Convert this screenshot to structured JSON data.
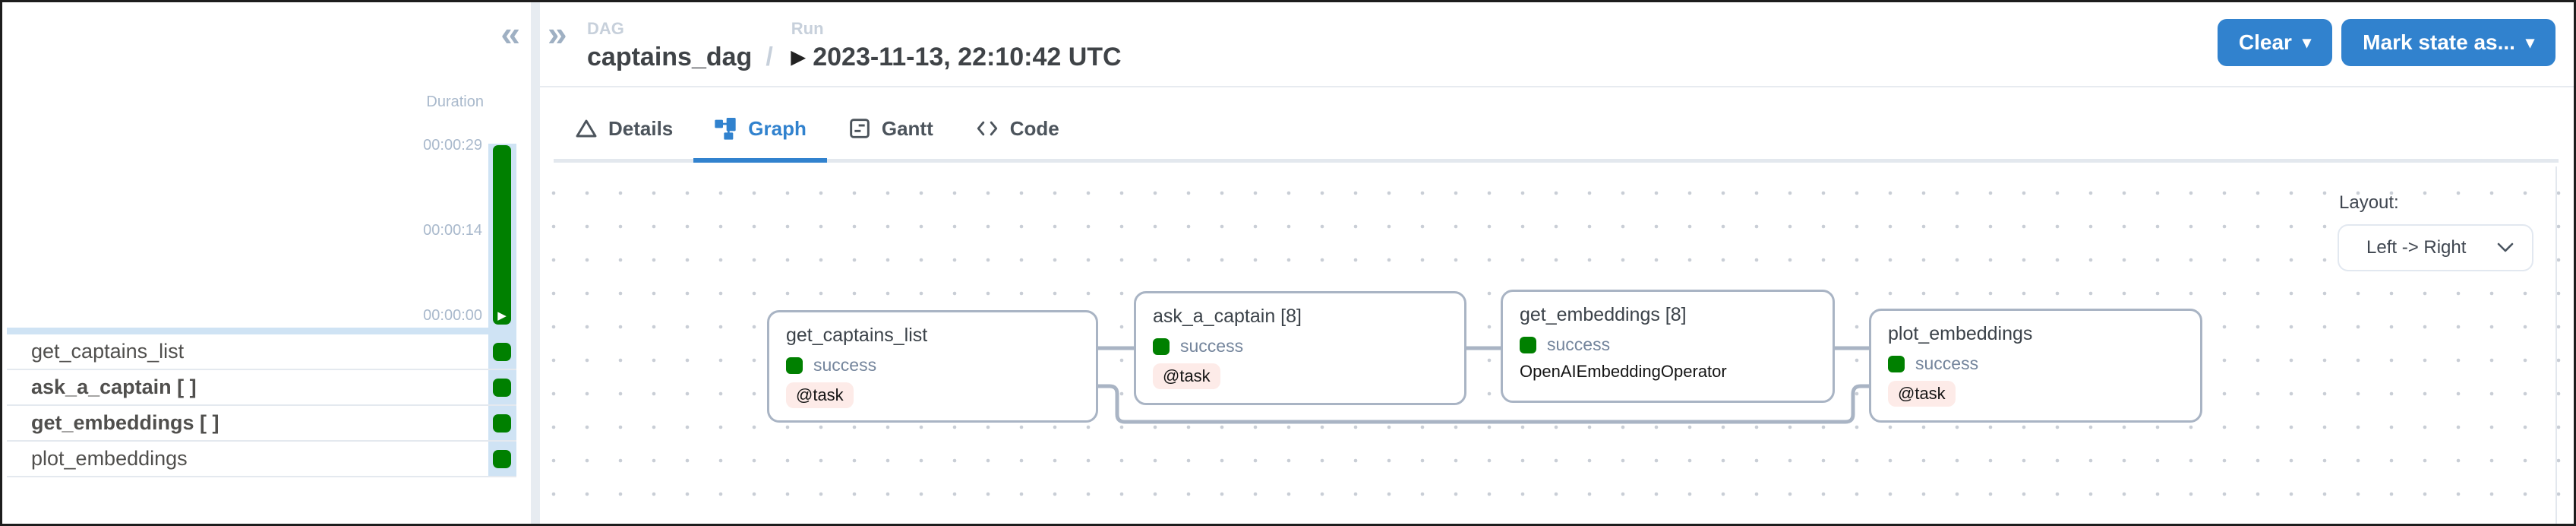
{
  "window": {
    "collapse_icon": "«",
    "expand_icon": "»"
  },
  "breadcrumb": {
    "dag_label": "DAG",
    "dag_value": "captains_dag",
    "separator": "/",
    "run_label": "Run",
    "run_icon": "▶",
    "run_value": "2023-11-13, 22:10:42 UTC"
  },
  "actions": {
    "clear_label": "Clear",
    "mark_state_label": "Mark state as...",
    "caret": "▾"
  },
  "tabs": [
    {
      "label": "Details",
      "active": false
    },
    {
      "label": "Graph",
      "active": true
    },
    {
      "label": "Gantt",
      "active": false
    },
    {
      "label": "Code",
      "active": false
    }
  ],
  "duration_panel": {
    "axis_title": "Duration",
    "ticks": [
      "00:00:29",
      "00:00:14",
      "00:00:00"
    ],
    "run_state": "success",
    "play_icon": "▶",
    "tasks": [
      {
        "name": "get_captains_list",
        "state": "success"
      },
      {
        "name": "ask_a_captain [ ]",
        "state": "success"
      },
      {
        "name": "get_embeddings [ ]",
        "state": "success"
      },
      {
        "name": "plot_embeddings",
        "state": "success"
      }
    ]
  },
  "graph": {
    "layout_label": "Layout:",
    "layout_value": "Left -> Right",
    "nodes": [
      {
        "title": "get_captains_list",
        "status": "success",
        "detail": "@task"
      },
      {
        "title": "ask_a_captain [8]",
        "status": "success",
        "detail": "@task"
      },
      {
        "title": "get_embeddings [8]",
        "status": "success",
        "detail": "OpenAIEmbeddingOperator"
      },
      {
        "title": "plot_embeddings",
        "status": "success",
        "detail": "@task"
      }
    ],
    "edges": [
      {
        "from": "get_captains_list",
        "to": "ask_a_captain"
      },
      {
        "from": "ask_a_captain",
        "to": "get_embeddings"
      },
      {
        "from": "get_embeddings",
        "to": "plot_embeddings"
      },
      {
        "from": "get_captains_list",
        "to": "plot_embeddings"
      }
    ]
  },
  "colors": {
    "accent_blue": "#3182ce",
    "success_green": "#008000",
    "highlight_blue": "#cfe3f4",
    "node_border": "#a9b4c4",
    "badge_pink": "#fdebe8"
  }
}
